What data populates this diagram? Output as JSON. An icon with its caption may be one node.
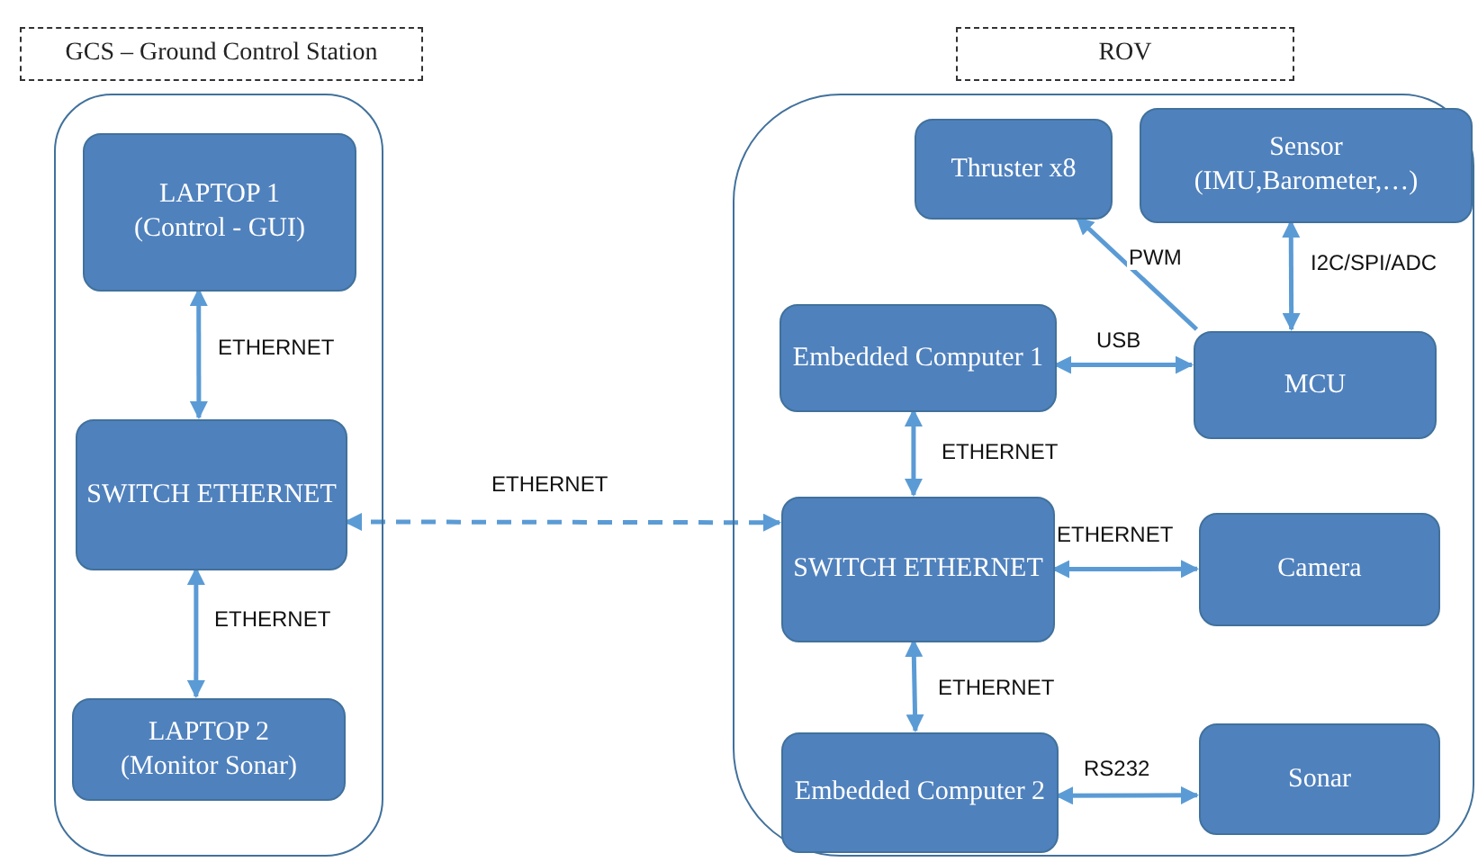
{
  "diagram": {
    "nodes": [
      {
        "text": [
          "GCS – Ground Control Station"
        ]
      },
      {
        "text": [
          "LAPTOP 1",
          "(Control - GUI)"
        ],
        "in": 0
      },
      {
        "text": [
          "SWITCH ETHERNET"
        ],
        "in": 0
      },
      {
        "text": [
          "LAPTOP 2",
          "(Monitor Sonar)"
        ],
        "in": 0
      },
      {
        "text": [
          "ROV"
        ]
      },
      {
        "text": [
          "Thruster x8"
        ],
        "in": 4
      },
      {
        "text": [
          "Sensor",
          "(IMU,Barometer,…)"
        ],
        "in": 4
      },
      {
        "text": [
          "Embedded Computer 1"
        ],
        "in": 4
      },
      {
        "text": [
          "MCU"
        ],
        "in": 4
      },
      {
        "text": [
          "SWITCH ETHERNET"
        ],
        "in": 4
      },
      {
        "text": [
          "Camera"
        ],
        "in": 4
      },
      {
        "text": [
          "Embedded Computer 2"
        ],
        "in": 4
      },
      {
        "text": [
          "Sonar"
        ],
        "in": 4
      }
    ],
    "edges": [
      {
        "from": 1,
        "to": 2,
        "arrow": "both",
        "label": "ETHERNET"
      },
      {
        "from": 2,
        "to": 3,
        "arrow": "both",
        "label": "ETHERNET"
      },
      {
        "from": 2,
        "to": 9,
        "arrow": "both",
        "label": "ETHERNET",
        "style": "dashed"
      },
      {
        "from": 8,
        "to": 5,
        "arrow": "to",
        "label": "PWM"
      },
      {
        "from": 7,
        "to": 8,
        "arrow": "both",
        "label": "USB"
      },
      {
        "from": 6,
        "to": 8,
        "arrow": "both",
        "label": "I2C/SPI/ADC"
      },
      {
        "from": 7,
        "to": 9,
        "arrow": "both",
        "label": "ETHERNET"
      },
      {
        "from": 9,
        "to": 10,
        "arrow": "both",
        "label": "ETHERNET"
      },
      {
        "from": 9,
        "to": 11,
        "arrow": "both",
        "label": "ETHERNET"
      },
      {
        "from": 11,
        "to": 12,
        "arrow": "both",
        "label": "RS232"
      }
    ]
  }
}
